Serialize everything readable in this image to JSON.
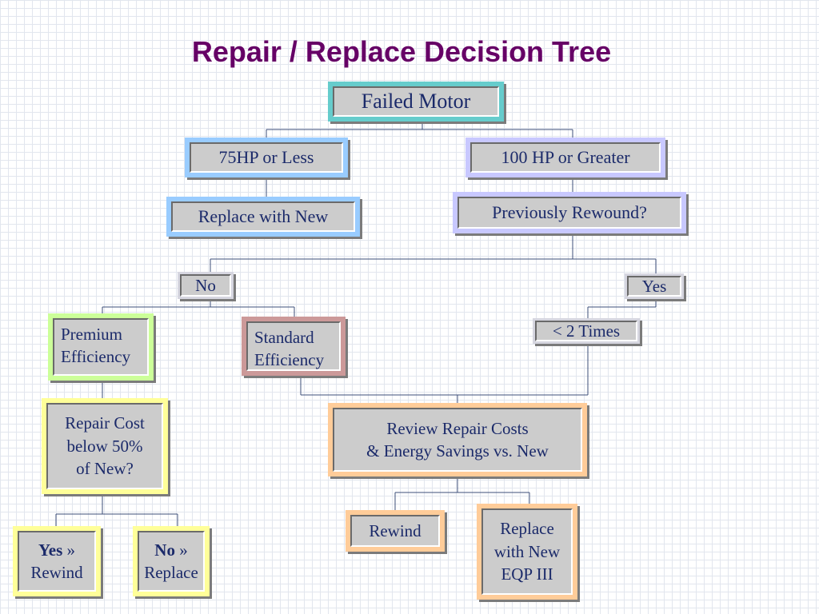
{
  "title": "Repair / Replace Decision Tree",
  "nodes": {
    "failed_motor": "Failed Motor",
    "hp75_or_less": "75HP or Less",
    "hp100_or_greater": "100 HP or Greater",
    "replace_with_new": "Replace with New",
    "previously_rewound": "Previously Rewound?",
    "no": "No",
    "yes": "Yes",
    "premium_efficiency": [
      "Premium",
      "Efficiency"
    ],
    "standard_efficiency": [
      "Standard",
      "Efficiency"
    ],
    "less_than_2_times": "< 2 Times",
    "repair_cost_below_50": [
      "Repair Cost",
      "below 50%",
      "of New?"
    ],
    "review_repair_costs": [
      "Review Repair Costs",
      "& Energy Savings vs. New"
    ],
    "yes_rewind": {
      "keyword": "Yes",
      "suffix": " »",
      "action": "Rewind"
    },
    "no_replace": {
      "keyword": "No",
      "suffix": " »",
      "action": "Replace"
    },
    "rewind": "Rewind",
    "replace_with_new_eqp": [
      "Replace",
      "with New",
      "EQP III"
    ]
  },
  "colors": {
    "title": "#660066",
    "text": "#1b2a6a",
    "connector": "#3d4f7a",
    "teal": "#66cccc",
    "blue": "#99ccff",
    "lavender": "#c8c8ff",
    "green": "#ccff99",
    "rose": "#cc9999",
    "yellow": "#ffff99",
    "peach": "#ffcc99"
  }
}
